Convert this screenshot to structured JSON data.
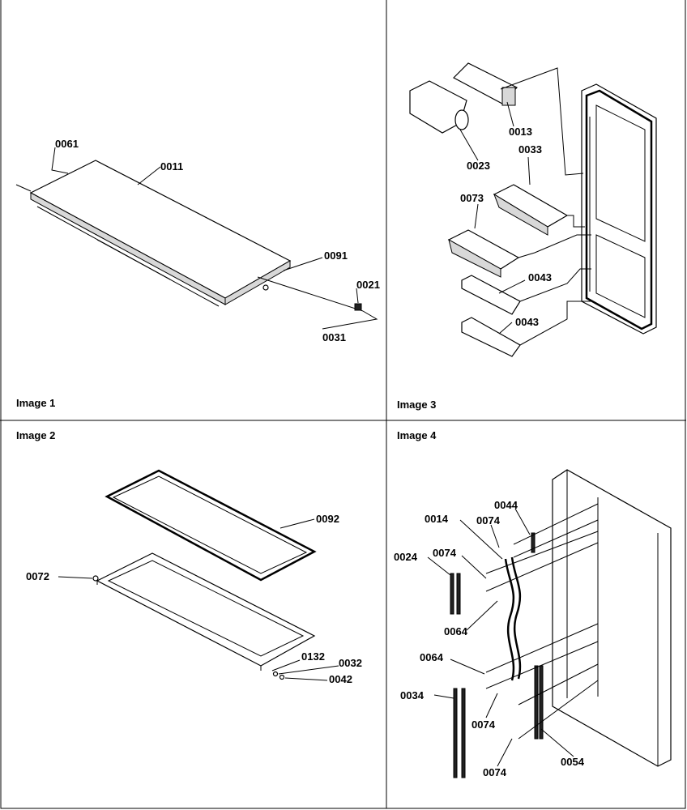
{
  "panels": {
    "p1": {
      "caption": "Image 1"
    },
    "p2": {
      "caption": "Image 2"
    },
    "p3": {
      "caption": "Image 3"
    },
    "p4": {
      "caption": "Image 4"
    }
  },
  "labels": {
    "l0061": "0061",
    "l0011": "0011",
    "l0091": "0091",
    "l0021": "0021",
    "l0031": "0031",
    "l0092": "0092",
    "l0072": "0072",
    "l0132": "0132",
    "l0032": "0032",
    "l0042": "0042",
    "l0013": "0013",
    "l0023": "0023",
    "l0033": "0033",
    "l0073": "0073",
    "l0043a": "0043",
    "l0043b": "0043",
    "l0044": "0044",
    "l0014": "0014",
    "l0074a": "0074",
    "l0024": "0024",
    "l0074b": "0074",
    "l0064a": "0064",
    "l0064b": "0064",
    "l0034": "0034",
    "l0074c": "0074",
    "l0074d": "0074",
    "l0054": "0054"
  }
}
